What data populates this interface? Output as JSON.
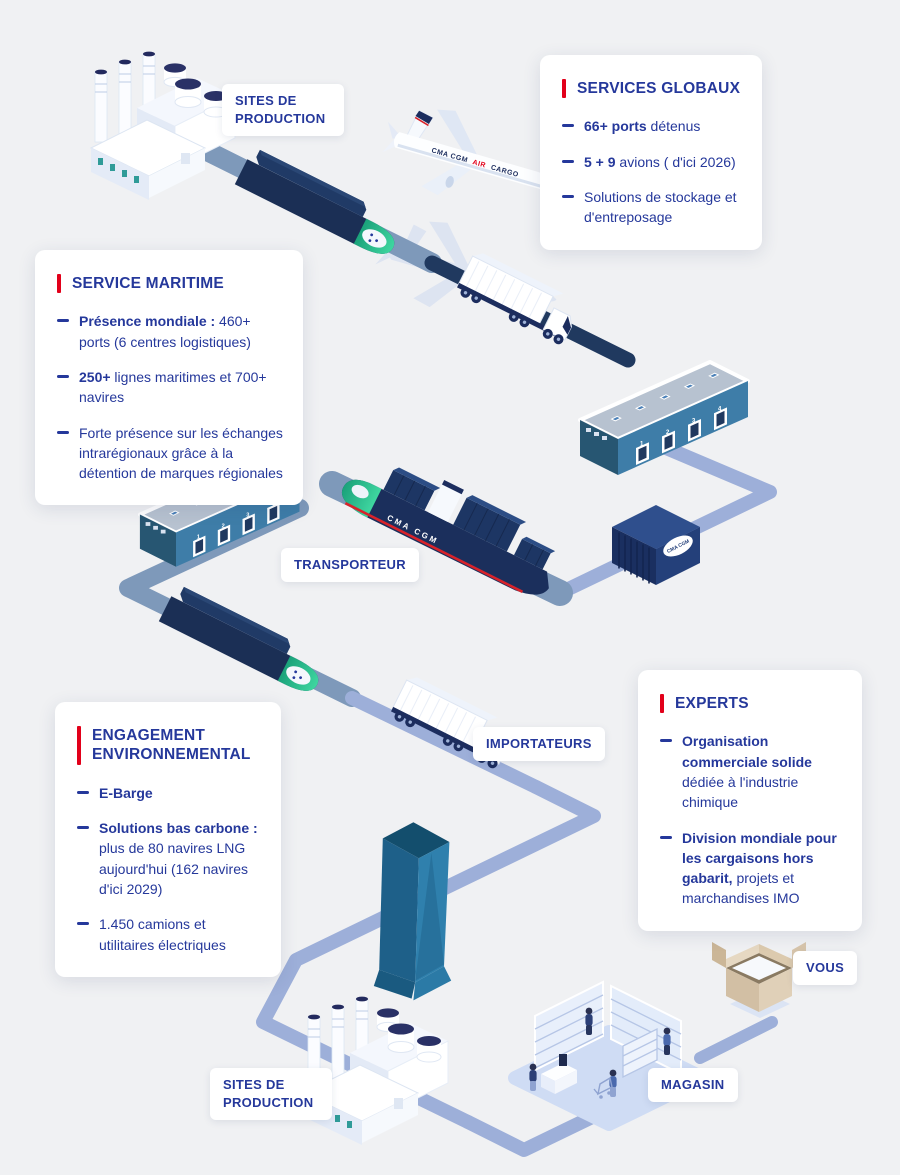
{
  "colors": {
    "background": "#f0f1f3",
    "accent_red": "#e2001a",
    "text_navy": "#25389b",
    "path_water": "#7e99ba",
    "path_road_light": "#9dafd9",
    "path_road_dark": "#20395f"
  },
  "labels": {
    "sites_de_production_top": "SITES DE PRODUCTION",
    "transporteur": "TRANSPORTEUR",
    "importateurs": "IMPORTATEURS",
    "vous": "VOUS",
    "magasin": "MAGASIN",
    "sites_de_production_bottom": "SITES DE PRODUCTION"
  },
  "cards": {
    "services_globaux": {
      "title": "SERVICES GLOBAUX",
      "bullets": [
        {
          "bold": "66+ ports",
          "rest": " détenus"
        },
        {
          "bold": "5 + 9",
          "rest": " avions ( d'ici 2026)"
        },
        {
          "bold": "",
          "rest": "Solutions de stockage et d'entreposage"
        }
      ]
    },
    "service_maritime": {
      "title": "SERVICE MARITIME",
      "bullets": [
        {
          "bold": "Présence mondiale :",
          "rest": " 460+ ports (6 centres logistiques)"
        },
        {
          "bold": "250+",
          "rest": " lignes maritimes et 700+ navires"
        },
        {
          "bold": "",
          "rest": "Forte présence sur les échanges intrarégionaux grâce à la détention de marques régionales"
        }
      ]
    },
    "engagement_environnemental": {
      "title": "ENGAGEMENT ENVIRONNEMENTAL",
      "bullets": [
        {
          "bold": "E-Barge",
          "rest": ""
        },
        {
          "bold": "Solutions bas carbone :",
          "rest": " plus de 80 navires LNG aujourd'hui (162 navires d'ici 2029)"
        },
        {
          "bold": "",
          "rest": "1.450 camions et utilitaires électriques"
        }
      ]
    },
    "experts": {
      "title": "EXPERTS",
      "bullets": [
        {
          "bold": "Organisation commerciale solide",
          "rest": " dédiée à l'industrie chimique"
        },
        {
          "bold": "Division mondiale pour les cargaisons hors gabarit,",
          "rest": " projets et marchandises IMO"
        }
      ]
    }
  },
  "illustration": {
    "airplane": {
      "brand_left": "CMA CGM",
      "brand_mid": "AIR",
      "brand_right": "CARGO"
    },
    "ship_hull_text": "CMA CGM",
    "container_logo_text": "CMA CGM",
    "warehouse_door_numbers": [
      "1",
      "2",
      "3",
      "4"
    ]
  }
}
